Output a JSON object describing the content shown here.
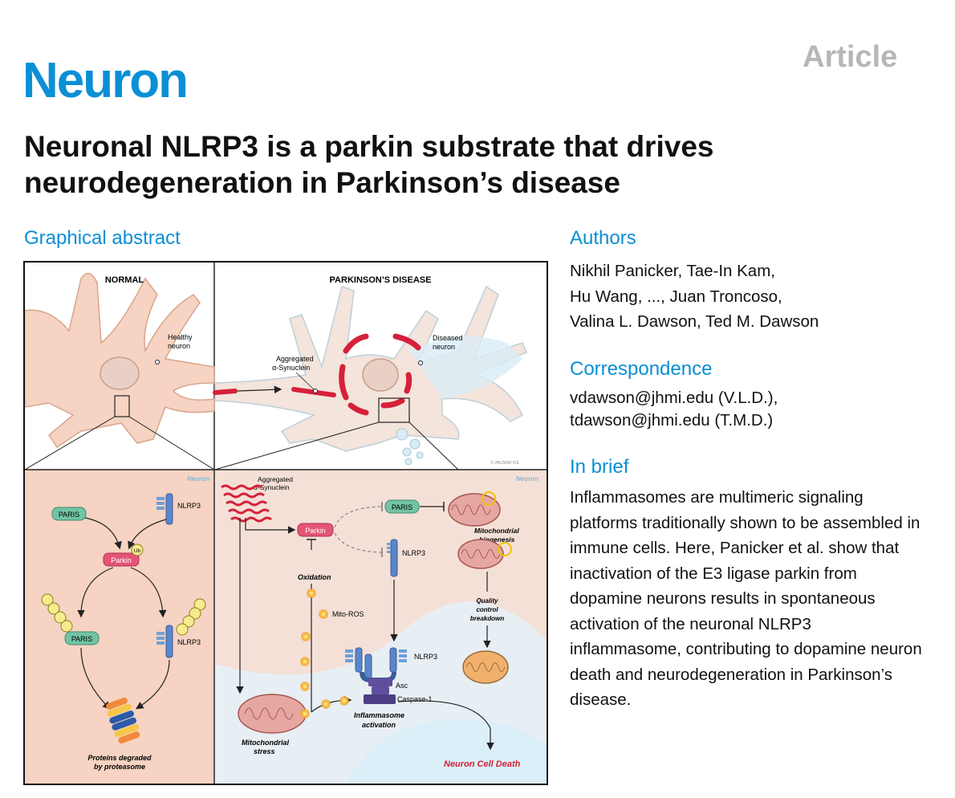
{
  "journal": "Neuron",
  "article_type": "Article",
  "title": "Neuronal NLRP3 is a parkin substrate that drives neurodegeneration in Parkinson’s disease",
  "graphical_abstract": {
    "heading": "Graphical abstract",
    "panel_normal": "NORMAL",
    "panel_pd": "PARKINSON’S DISEASE",
    "healthy_neuron": [
      "Healthy",
      "neuron"
    ],
    "diseased_neuron": [
      "Diseased",
      "neuron"
    ],
    "aggregated_syn_top": [
      "Aggregated",
      "α-Synuclein"
    ],
    "aggregated_syn_bottom": [
      "Aggregated",
      "α-Synuclein"
    ],
    "watermark": "Neuron",
    "artist_credit": "© JHUSOM ICE",
    "paris": "PARIS",
    "nlrp3": "NLRP3",
    "parkin": "Parkin",
    "ub": "Ub",
    "proteins_degraded": [
      "Proteins degraded",
      "by proteasome"
    ],
    "oxidation": "Oxidation",
    "mito_ros": "Mito-ROS",
    "mito_biogenesis": [
      "Mitochondrial",
      "biogenesis"
    ],
    "quality_control": [
      "Quality",
      "control",
      "breakdown"
    ],
    "asc": "Asc",
    "caspase": "Caspase-1",
    "inflammasome": [
      "Inflammasome",
      "activation"
    ],
    "mito_stress": [
      "Mitochondrial",
      "stress"
    ],
    "neuron_death": "Neuron Cell Death"
  },
  "authors": {
    "heading": "Authors",
    "lines": [
      "Nikhil Panicker, Tae-In Kam,",
      "Hu Wang, ..., Juan Troncoso,",
      "Valina L. Dawson, Ted M. Dawson"
    ]
  },
  "correspondence": {
    "heading": "Correspondence",
    "lines": [
      "vdawson@jhmi.edu (V.L.D.),",
      "tdawson@jhmi.edu (T.M.D.)"
    ]
  },
  "in_brief": {
    "heading": "In brief",
    "text": "Inflammasomes are multimeric signaling platforms traditionally shown to be assembled in immune cells. Here, Panicker et al. show that inactivation of the E3 ligase parkin from dopamine neurons results in spontaneous activation of the neuronal NLRP3 inflammasome, contributing to dopamine neuron death and neurodegeneration in Parkinson’s disease."
  }
}
